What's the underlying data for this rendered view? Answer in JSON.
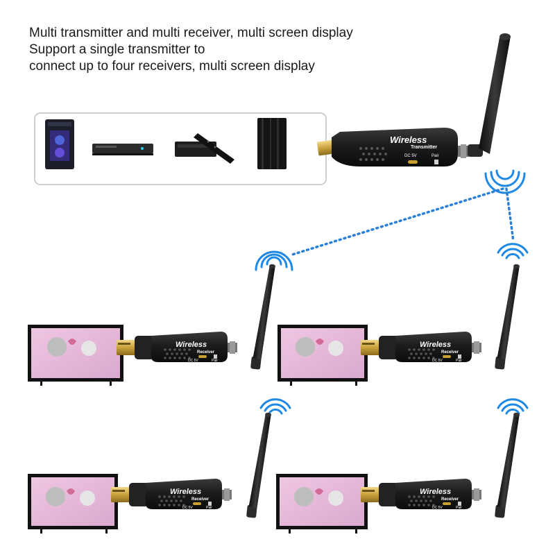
{
  "caption": {
    "line1": "Multi transmitter and multi receiver, multi screen display",
    "line2": "Support a single transmitter to",
    "line3": "connect up to four receivers, multi screen display"
  },
  "transmitter": {
    "brand": "Wireless",
    "model": "Transmitter",
    "port_label": "DC 5V",
    "pair_label": "Pair"
  },
  "receiver": {
    "brand": "Wireless",
    "model": "Receiver",
    "port_label": "DC 5V",
    "pair_label": "Pair"
  },
  "sources": [
    "pc-tower-icon",
    "dvd-player-icon",
    "set-top-box-icon",
    "game-console-icon"
  ],
  "colors": {
    "signal": "#1e88e5",
    "link_dots": "#2a7fd6",
    "dongle": "#1c1c1c",
    "screen": "#e6b8d8"
  }
}
